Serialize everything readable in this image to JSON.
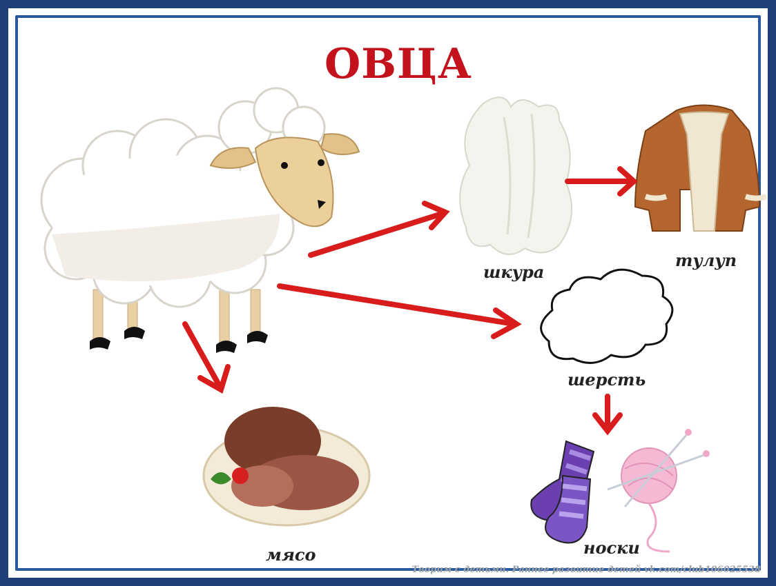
{
  "title": "ОВЦА",
  "labels": {
    "skin": "шкура",
    "coat": "тулуп",
    "wool": "шерсть",
    "meat": "мясо",
    "socks": "носки"
  },
  "watermark": "Творим с детьми. Раннее развитие детей vk.com/club106025538",
  "colors": {
    "title": "#c3121b",
    "arrow": "#d81b1b",
    "frame": "#1f3f7a"
  }
}
